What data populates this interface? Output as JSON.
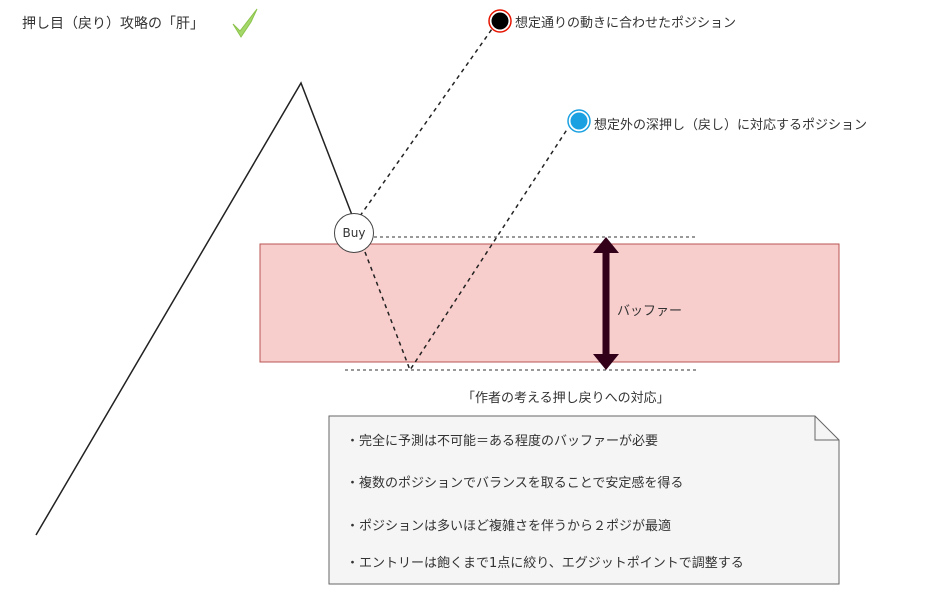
{
  "title": "押し目（戻り）攻略の「肝」",
  "icons": {
    "title_check": "check-mark-icon"
  },
  "labels": {
    "expected": "想定通りの動きに合わせたポジション",
    "deep_pullback": "想定外の深押し（戻し）に対応するポジション",
    "buy": "Buy",
    "buffer": "バッファー",
    "caption": "「作者の考える押し戻りへの対応」"
  },
  "note": {
    "lines": [
      "・完全に予測は不可能＝ある程度のバッファーが必要",
      "・複数のポジションでバランスを取ることで安定感を得る",
      "・ポジションは多いほど複雑さを伴うから２ポジが最適",
      "・エントリーは飽くまで1点に絞り、エグジットポイントで調整する"
    ]
  },
  "colors": {
    "buffer_fill": "#f8cecc",
    "buffer_stroke": "#b85450",
    "arrow": "#33001a",
    "marker_black": "#000000",
    "marker_blue": "#1ba1e2",
    "marker_ring": "#e51400",
    "check": "#8bc34a",
    "note_fill": "#f5f5f5",
    "note_stroke": "#666666"
  }
}
